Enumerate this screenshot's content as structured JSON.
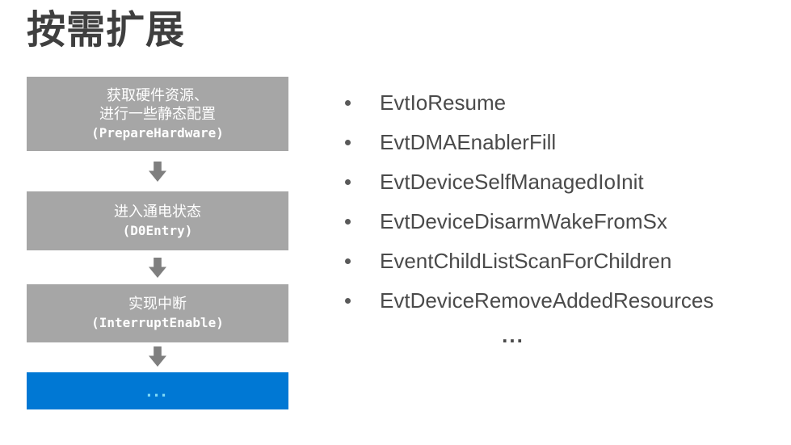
{
  "slide": {
    "title": "按需扩展"
  },
  "flow": {
    "box1": {
      "line1": "获取硬件资源、",
      "line2": "进行一些静态配置",
      "code": "(PrepareHardware)"
    },
    "box2": {
      "line1": "进入通电状态",
      "code": "(D0Entry)"
    },
    "box3": {
      "line1": "实现中断",
      "code": "(InterruptEnable)"
    },
    "box4": {
      "label": "..."
    }
  },
  "callbacks": {
    "items": [
      "EvtIoResume",
      "EvtDMAEnablerFill",
      "EvtDeviceSelfManagedIoInit",
      "EvtDeviceDisarmWakeFromSx",
      "EventChildListScanForChildren",
      "EvtDeviceRemoveAddedResources"
    ],
    "more": "..."
  },
  "colors": {
    "title_text": "#3f3f3f",
    "box_gray": "#a6a6a6",
    "box_blue": "#0078d4",
    "box_blue_text": "#7fd9f5",
    "arrow_gray": "#7f7f7f",
    "list_text": "#4a4a4a"
  }
}
